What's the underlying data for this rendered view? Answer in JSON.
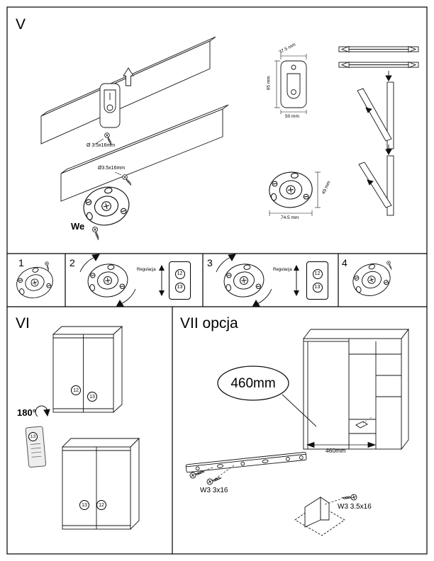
{
  "v": {
    "label": "V",
    "screw_top_label": "Ø 3.5x16mm",
    "screw_cam_label": "Ø3.5x16mm",
    "we_label": "We",
    "bracket_dim_top": "37.5 mm",
    "bracket_dim_left": "65 mm",
    "bracket_dim_bottom": "50 mm",
    "cam_dim_right": "49 mm",
    "cam_dim_bottom": "74.5 mm"
  },
  "steps": [
    {
      "number": "1"
    },
    {
      "number": "2",
      "adjust_label": "Regulacja",
      "card": [
        "12",
        "13"
      ]
    },
    {
      "number": "3",
      "adjust_label": "Regulacja",
      "card": [
        "12",
        "13"
      ]
    },
    {
      "number": "4"
    }
  ],
  "vi": {
    "label": "VI",
    "rotation_label": "180°",
    "card_number": "13",
    "cabinet_top": {
      "left_door": "12",
      "right_door": "13"
    },
    "cabinet_bottom": {
      "left_door": "13",
      "right_door": "12"
    }
  },
  "vii": {
    "label": "VII opcja",
    "callout_label": "460mm",
    "dim_label": "460mm",
    "rail_screw_label": "W3 3x16",
    "bracket_screw_label": "W3 3.5x16"
  },
  "colors": {
    "ink": "#111111",
    "paper": "#ffffff"
  }
}
